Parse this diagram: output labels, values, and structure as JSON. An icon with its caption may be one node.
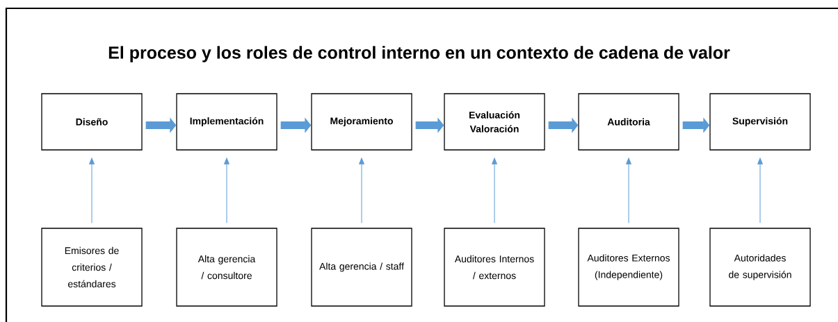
{
  "diagram": {
    "title": "El proceso y los roles de control interno en un contexto de cadena de valor",
    "nodes": [
      {
        "text": [
          "Diseño"
        ]
      },
      {
        "text": [
          "Implementación"
        ]
      },
      {
        "text": [
          "Mejoramiento"
        ]
      },
      {
        "text": [
          "Evaluación Valoración"
        ]
      },
      {
        "text": [
          "Auditoria"
        ]
      },
      {
        "text": [
          "Supervisión"
        ]
      },
      {
        "text": [
          "Emisores de criterios / estándares"
        ]
      },
      {
        "text": [
          "Alta gerencia / consultore"
        ]
      },
      {
        "text": [
          "Alta gerencia / staff"
        ]
      },
      {
        "text": [
          "Auditores Internos / externos"
        ]
      },
      {
        "text": [
          "Auditores Externos (Independiente)"
        ]
      },
      {
        "text": [
          "Autoridades de supervisión"
        ]
      }
    ],
    "edges": [
      {
        "from": 0,
        "to": 1,
        "arrow": "to",
        "style": "thick"
      },
      {
        "from": 1,
        "to": 2,
        "arrow": "to",
        "style": "thick"
      },
      {
        "from": 2,
        "to": 3,
        "arrow": "to",
        "style": "thick"
      },
      {
        "from": 3,
        "to": 4,
        "arrow": "to",
        "style": "thick"
      },
      {
        "from": 4,
        "to": 5,
        "arrow": "to",
        "style": "thick"
      },
      {
        "from": 6,
        "to": 0,
        "arrow": "to"
      },
      {
        "from": 7,
        "to": 1,
        "arrow": "to"
      },
      {
        "from": 8,
        "to": 2,
        "arrow": "to"
      },
      {
        "from": 9,
        "to": 3,
        "arrow": "to"
      },
      {
        "from": 10,
        "to": 4,
        "arrow": "to"
      },
      {
        "from": 11,
        "to": 5,
        "arrow": "to"
      }
    ]
  }
}
